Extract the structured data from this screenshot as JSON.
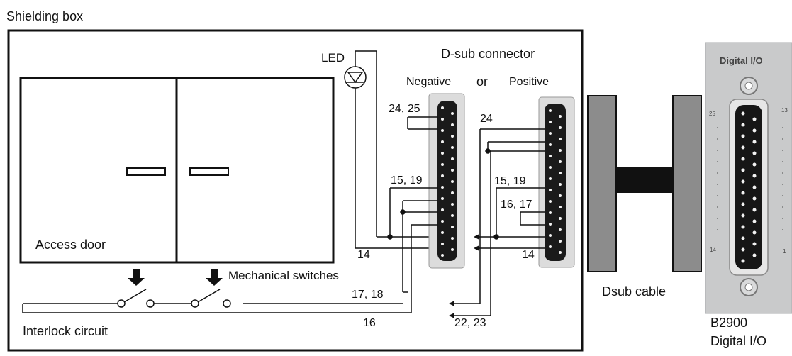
{
  "labels": {
    "shielding_box": "Shielding box",
    "led": "LED",
    "dsub_connector": "D-sub connector",
    "negative": "Negative",
    "or": "or",
    "positive": "Positive",
    "access_door": "Access door",
    "mechanical_switches": "Mechanical switches",
    "interlock_circuit": "Interlock circuit",
    "dsub_cable": "Dsub cable",
    "b2900": "B2900",
    "digital_io": "Digital I/O",
    "panel_title": "Digital I/O",
    "panel_pin_25": "25",
    "panel_pin_13": "13",
    "panel_pin_14": "14",
    "panel_pin_1": "1"
  },
  "pins": {
    "neg_24_25": "24, 25",
    "neg_15_19": "15, 19",
    "neg_14": "14",
    "neg_17_18": "17, 18",
    "neg_16": "16",
    "pos_24": "24",
    "pos_15_19": "15, 19",
    "pos_16_17": "16, 17",
    "pos_14": "14",
    "pos_22_23": "22, 23"
  },
  "colors": {
    "line": "#111111",
    "connector_body": "#dcdcdc",
    "connector_inner": "#1a1a1a",
    "cable_gray": "#8c8c8c",
    "cable_black": "#111111",
    "panel": "#c9cacb"
  }
}
